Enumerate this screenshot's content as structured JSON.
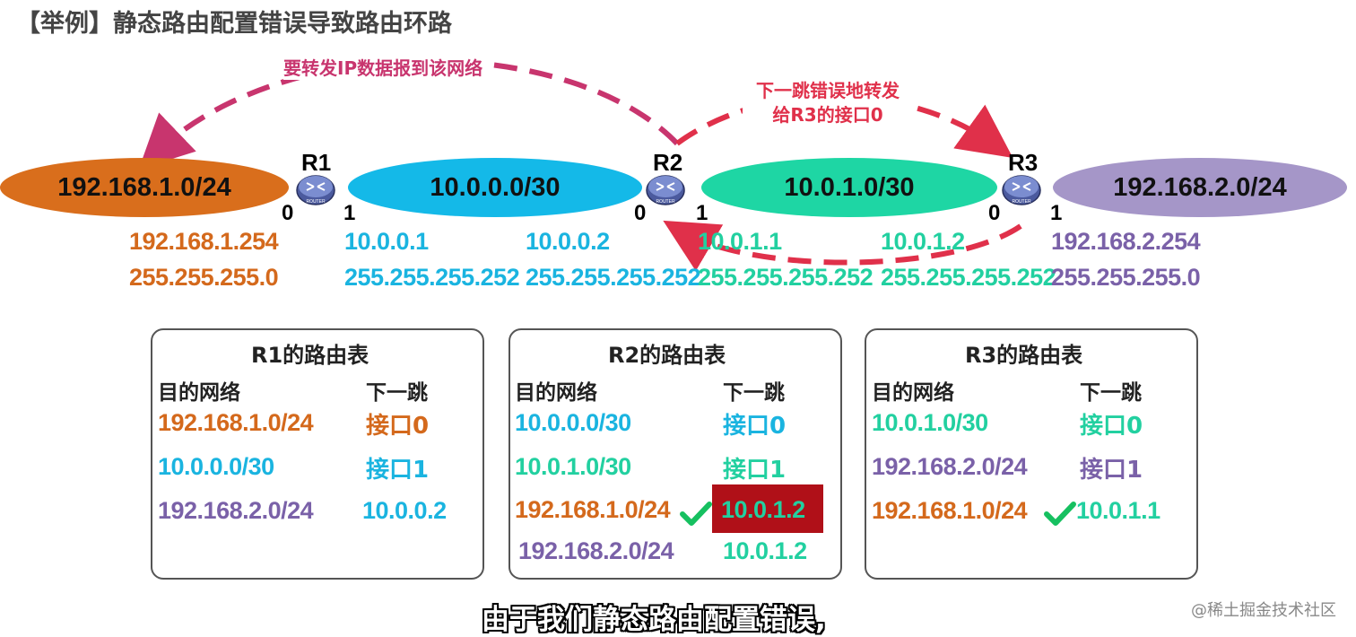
{
  "title": "【举例】静态路由配置错误导致路由环路",
  "networks": {
    "net1": "192.168.1.0/24",
    "net2": "10.0.0.0/30",
    "net3": "10.0.1.0/30",
    "net4": "192.168.2.0/24"
  },
  "routers": {
    "r1": "R1",
    "r2": "R2",
    "r3": "R3"
  },
  "ports": {
    "r1_0": "0",
    "r1_1": "1",
    "r2_0": "0",
    "r2_1": "1",
    "r3_0": "0",
    "r3_1": "1"
  },
  "addresses": {
    "r1_if0_ip": "192.168.1.254",
    "r1_if0_mask": "255.255.255.0",
    "r1_if1_ip": "10.0.0.1",
    "r1_if1_mask": "255.255.255.252",
    "r2_if0_ip": "10.0.0.2",
    "r2_if0_mask": "255.255.255.252",
    "r2_if1_ip": "10.0.1.1",
    "r2_if1_mask": "255.255.255.252",
    "r3_if0_ip": "10.0.1.2",
    "r3_if0_mask": "255.255.255.252",
    "r3_if1_ip": "192.168.2.254",
    "r3_if1_mask": "255.255.255.0"
  },
  "annotations": {
    "forward_to": "要转发IP数据报到该网络",
    "wrong_hop_line1": "下一跳错误地转发",
    "wrong_hop_line2": "给R3的接口0"
  },
  "tables": {
    "r1": {
      "title": "R1的路由表",
      "col_dest": "目的网络",
      "col_hop": "下一跳",
      "rows": [
        {
          "dest": "192.168.1.0/24",
          "hop": "接口0"
        },
        {
          "dest": "10.0.0.0/30",
          "hop": "接口1"
        },
        {
          "dest": "192.168.2.0/24",
          "hop": "10.0.0.2"
        }
      ]
    },
    "r2": {
      "title": "R2的路由表",
      "col_dest": "目的网络",
      "col_hop": "下一跳",
      "rows": [
        {
          "dest": "10.0.0.0/30",
          "hop": "接口0"
        },
        {
          "dest": "10.0.1.0/30",
          "hop": "接口1"
        },
        {
          "dest": "192.168.1.0/24",
          "hop": "10.0.1.2"
        },
        {
          "dest": "192.168.2.0/24",
          "hop": "10.0.1.2"
        }
      ]
    },
    "r3": {
      "title": "R3的路由表",
      "col_dest": "目的网络",
      "col_hop": "下一跳",
      "rows": [
        {
          "dest": "10.0.1.0/30",
          "hop": "接口0"
        },
        {
          "dest": "192.168.2.0/24",
          "hop": "接口1"
        },
        {
          "dest": "192.168.1.0/24",
          "hop": "10.0.1.1"
        }
      ]
    }
  },
  "subtitle": "由于我们静态路由配置错误,",
  "watermark": "@稀土掘金技术社区",
  "colors": {
    "orange": "#d96e1c",
    "blue": "#14b9e8",
    "green": "#1ed6a4",
    "purple": "#a596c8",
    "pink_arrow": "#c8356e",
    "red_arrow": "#e0304a",
    "error_highlight": "#b01018"
  }
}
